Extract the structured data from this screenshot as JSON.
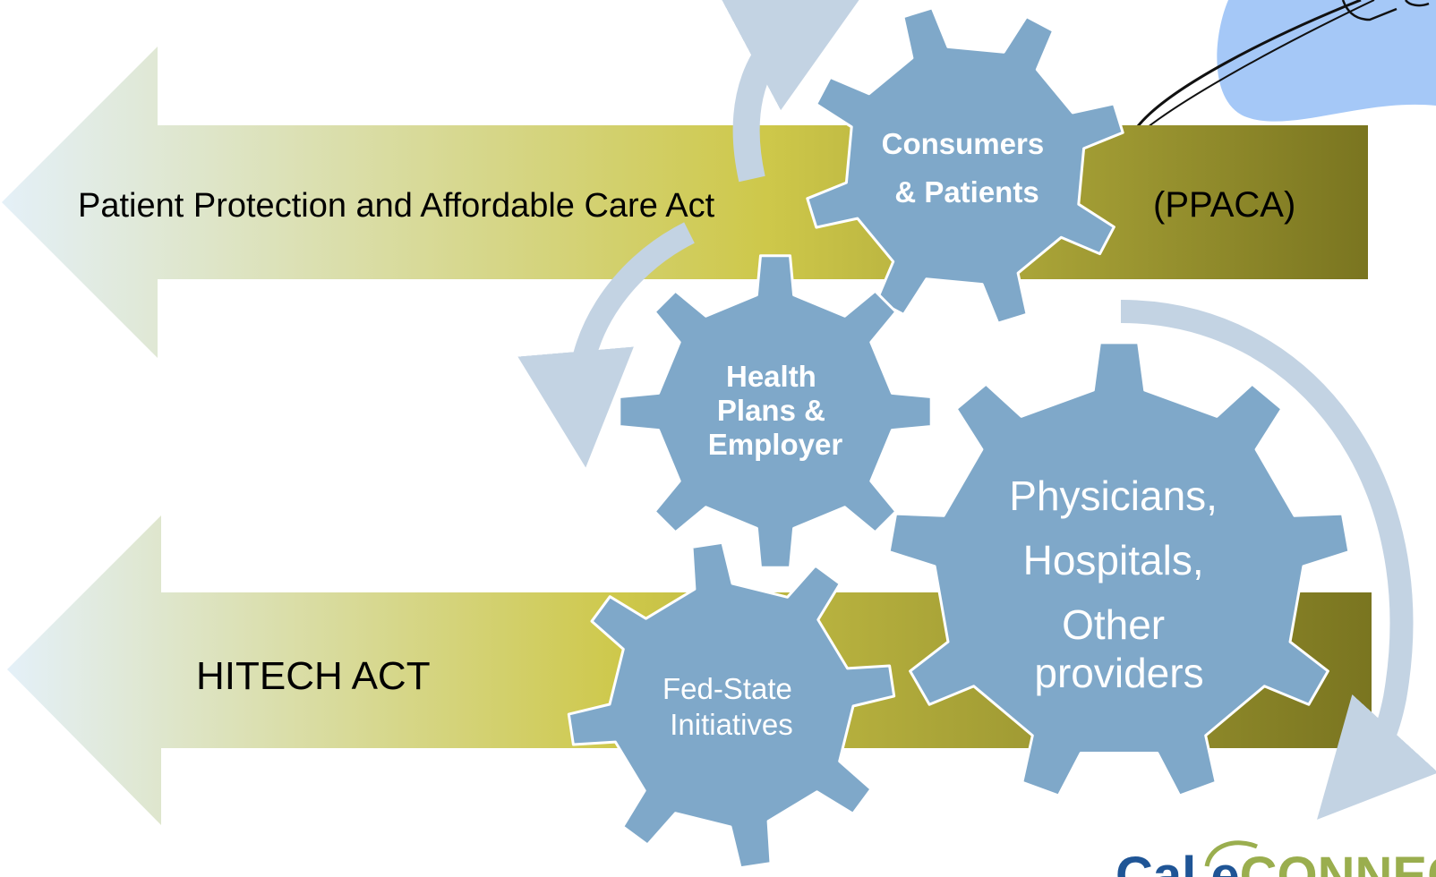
{
  "arrows": {
    "ppaca": {
      "label": "Patient Protection and Affordable Care Act",
      "abbrev": "(PPACA)"
    },
    "hitech": {
      "label": "HITECH  ACT"
    }
  },
  "gears": {
    "consumers": {
      "lines": [
        "Consumers",
        "& Patients"
      ]
    },
    "health_plans": {
      "lines": [
        "Health",
        "Plans &",
        "Employer"
      ]
    },
    "fed_state": {
      "lines": [
        "Fed-State",
        "Initiatives"
      ]
    },
    "providers": {
      "lines": [
        "Physicians,",
        "Hospitals,",
        "Other",
        "providers"
      ]
    }
  },
  "logo": {
    "text": "Cal eCONNECT"
  },
  "colors": {
    "gear_fill": "#7fa8c9",
    "gear_stroke": "#ffffff",
    "cycle_arrow": "#c3d3e3",
    "arrow_left": "#e4f0f8",
    "arrow_mid": "#cec84a",
    "arrow_right": "#7f7a22",
    "corner_blob": "#a5c8f7",
    "logo_blue": "#1f5596",
    "logo_green": "#9aae4e"
  }
}
